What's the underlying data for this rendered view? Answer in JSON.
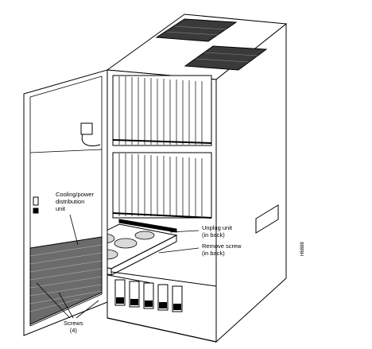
{
  "figure": {
    "figure_id": "H6888",
    "line_color": "#000000",
    "background": "#ffffff"
  },
  "callouts": {
    "cooling_unit": {
      "line1": "Cooling/power",
      "line2": "distribution",
      "line3": "unit"
    },
    "unplug": {
      "line1": "Unplug unit",
      "line2": "(in back)"
    },
    "remove_screw": {
      "line1": "Remove screw",
      "line2": "(in back)"
    },
    "screws": {
      "line1": "Screws",
      "line2": "(4)"
    }
  }
}
